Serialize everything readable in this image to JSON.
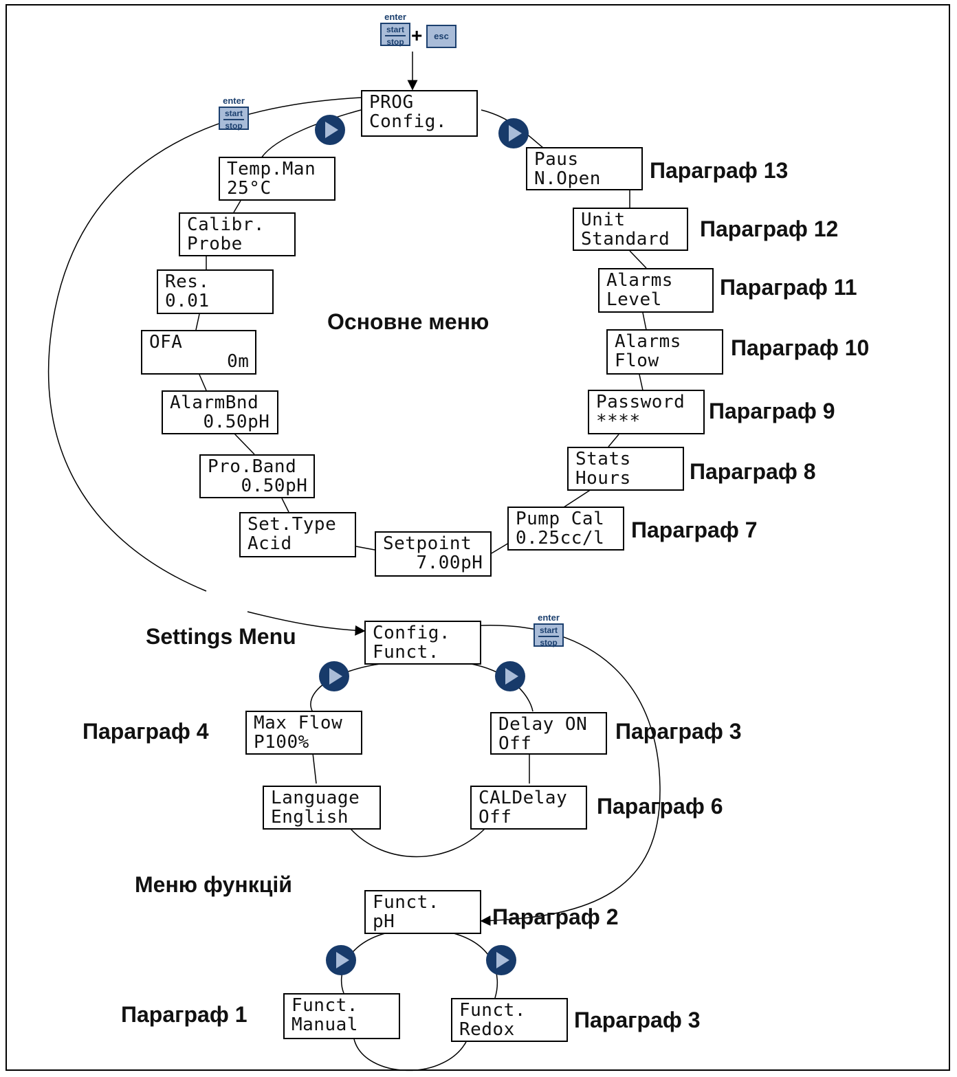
{
  "main_menu": {
    "title": "Основне меню",
    "items": [
      {
        "line1": "PROG",
        "line2": "Config."
      },
      {
        "line1": "Paus",
        "line2": "N.Open",
        "label": "Параграф 13"
      },
      {
        "line1": "Unit",
        "line2": "Standard",
        "label": "Параграф 12"
      },
      {
        "line1": "Alarms",
        "line2": "Level",
        "label": "Параграф 11"
      },
      {
        "line1": "Alarms",
        "line2": "Flow",
        "label": "Параграф 10"
      },
      {
        "line1": "Password",
        "line2": "****",
        "label": "Параграф 9"
      },
      {
        "line1": "Stats",
        "line2": "Hours",
        "label": "Параграф 8"
      },
      {
        "line1": "Pump Cal",
        "line2": "0.25cc/l",
        "label": "Параграф 7"
      },
      {
        "line1": "Setpoint",
        "line2": "   7.00pH"
      },
      {
        "line1": "Set.Type",
        "line2": "Acid"
      },
      {
        "line1": "Pro.Band",
        "line2": "   0.50pH"
      },
      {
        "line1": "AlarmBnd",
        "line2": "   0.50pH"
      },
      {
        "line1": "OFA",
        "line2": "       0m"
      },
      {
        "line1": "Res.",
        "line2": "0.01"
      },
      {
        "line1": "Calibr.",
        "line2": "Probe"
      },
      {
        "line1": "Temp.Man",
        "line2": "25°C"
      }
    ]
  },
  "settings_menu": {
    "title": "Settings Menu",
    "items": [
      {
        "line1": "Config.",
        "line2": "Funct."
      },
      {
        "line1": "Delay ON",
        "line2": "Off",
        "label": "Параграф 3"
      },
      {
        "line1": "CALDelay",
        "line2": "Off",
        "label": "Параграф  6"
      },
      {
        "line1": "Language",
        "line2": "English"
      },
      {
        "line1": "Max Flow",
        "line2": "P100%",
        "label": "Параграф 4"
      }
    ]
  },
  "function_menu": {
    "title": "Меню функцій",
    "items": [
      {
        "line1": "Funct.",
        "line2": "pH",
        "label": "Параграф  2"
      },
      {
        "line1": "Funct.",
        "line2": "Redox",
        "label": "Параграф  3"
      },
      {
        "line1": "Funct.",
        "line2": "Manual",
        "label": "Параграф  1"
      }
    ]
  },
  "keys": {
    "enter": "enter",
    "start": "start",
    "stop": "stop",
    "esc": "esc",
    "plus": "+"
  },
  "colors": {
    "key_fill": "#a9bcd8",
    "key_border": "#1b3f6e",
    "play_fill": "#173a6a"
  }
}
